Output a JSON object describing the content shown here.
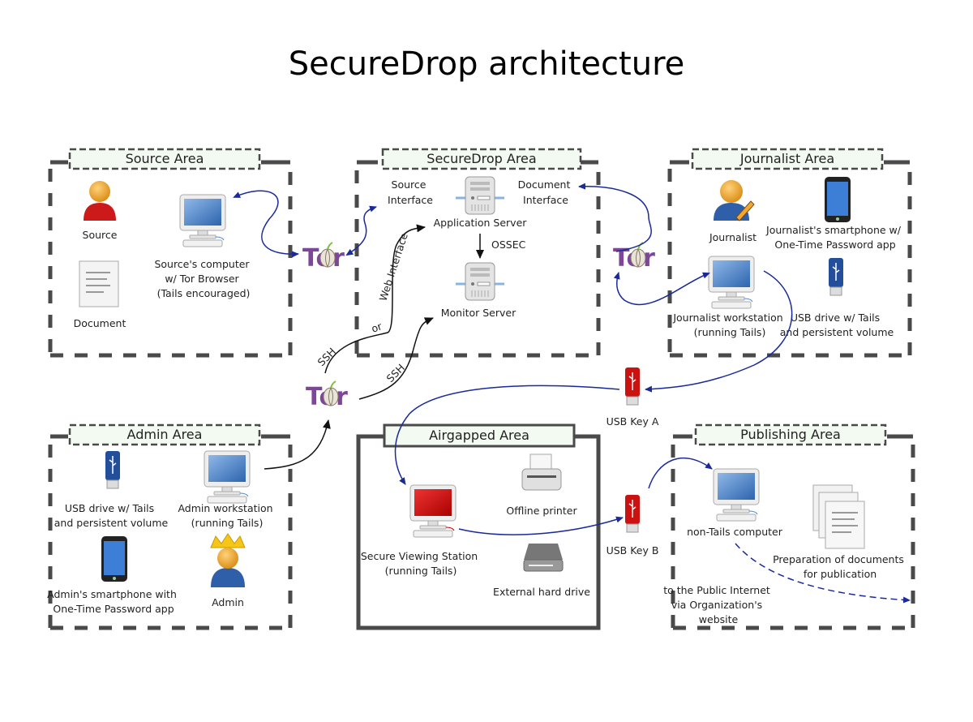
{
  "title": "SecureDrop architecture",
  "colors": {
    "tor_purple": "#7d4698",
    "arrow_blue": "#1a2a9a",
    "arrow_black": "#111111",
    "border_gray": "#4a4a4a",
    "label_bg": "#f3faf1",
    "monitor_blue": "#3a78c0",
    "svs_red": "#cc0000",
    "usb_blue": "#234f9a",
    "usb_red": "#cc1111"
  },
  "areas": {
    "source": {
      "title": "Source Area",
      "source_label": "Source",
      "document_label": "Document",
      "computer_label": [
        "Source's computer",
        "w/ Tor Browser",
        "(Tails encouraged)"
      ]
    },
    "securedrop": {
      "title": "SecureDrop Area",
      "source_interface": [
        "Source",
        "Interface"
      ],
      "document_interface": [
        "Document",
        "Interface"
      ],
      "app_server": "Application Server",
      "ossec": "OSSEC",
      "monitor_server": "Monitor Server"
    },
    "journalist": {
      "title": "Journalist Area",
      "journalist_label": "Journalist",
      "smartphone_label": [
        "Journalist's smartphone w/",
        "One-Time Password app"
      ],
      "workstation_label": [
        "Journalist workstation",
        "(running Tails)"
      ],
      "usb_label": [
        "USB drive w/ Tails",
        "and persistent volume"
      ]
    },
    "admin": {
      "title": "Admin Area",
      "usb_label": [
        "USB drive w/ Tails",
        "and persistent volume"
      ],
      "workstation_label": [
        "Admin workstation",
        "(running Tails)"
      ],
      "smartphone_label": [
        "Admin's smartphone with",
        "One-Time Password app"
      ],
      "admin_label": "Admin"
    },
    "airgapped": {
      "title": "Airgapped Area",
      "svs_label": [
        "Secure Viewing Station",
        "(running Tails)"
      ],
      "printer_label": "Offline printer",
      "hdd_label": "External hard drive"
    },
    "publishing": {
      "title": "Publishing Area",
      "computer_label": "non-Tails computer",
      "docs_label": [
        "Preparation of documents",
        "for publication"
      ],
      "internet_label": [
        "to the Public Internet",
        "via Organization's",
        "website"
      ]
    }
  },
  "connectors": {
    "tor_text": "Tor",
    "web_interface": "Web Interface",
    "or": "or",
    "ssh_1": "SSH",
    "ssh_2": "SSH",
    "usb_key_a": "USB Key A",
    "usb_key_b": "USB Key B"
  }
}
